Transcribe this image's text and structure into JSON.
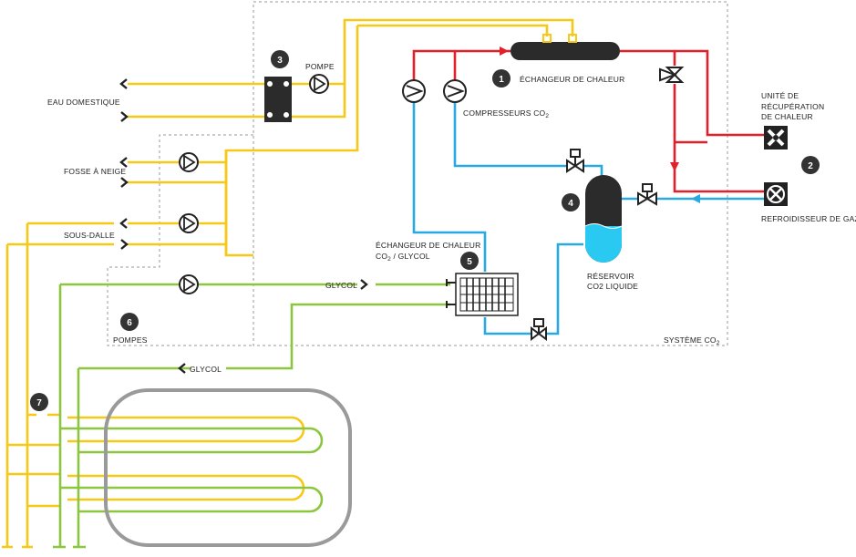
{
  "colors": {
    "hot_water": "#f7c916",
    "glycol": "#8cc63f",
    "co2_hot_gas": "#e3202a",
    "co2_cold": "#29a9e1",
    "badge": "#333333",
    "rink_outline": "#9a9a9a"
  },
  "labels": {
    "eau_domestique": "EAU DOMESTIQUE",
    "fosse_neige": "FOSSE À NEIGE",
    "sous_dalle": "SOUS-DALLE",
    "pompe": "POMPE",
    "echangeur_chaleur": "ÉCHANGEUR DE CHALEUR",
    "compresseurs": "COMPRESSEURS CO",
    "compresseurs_sub": "2",
    "unite_line1": "UNITÉ DE",
    "unite_line2": "RÉCUPÉRATION",
    "unite_line3": "DE CHALEUR",
    "refroidisseur": "REFROIDISSEUR DE GAZ",
    "reservoir_line1": "RÉSERVOIR",
    "reservoir_line2": "CO2 LIQUIDE",
    "echangeur_glycol_line1": "ÉCHANGEUR DE CHALEUR",
    "echangeur_glycol_line2a": "CO",
    "echangeur_glycol_line2sub": "2",
    "echangeur_glycol_line2b": " / GLYCOL",
    "glycol_supply": "GLYCOL",
    "glycol_return": "GLYCOL",
    "systeme_co2": "SYSTÈME CO",
    "systeme_co2_sub": "2",
    "pompes": "POMPES"
  },
  "badges": {
    "b1": "1",
    "b2": "2",
    "b3": "3",
    "b4": "4",
    "b5": "5",
    "b6": "6",
    "b7": "7"
  },
  "icons": [
    "pump-icon",
    "valve-icon",
    "fan-icon",
    "plate-heat-exchanger-icon",
    "arrow-chevron-icon"
  ]
}
